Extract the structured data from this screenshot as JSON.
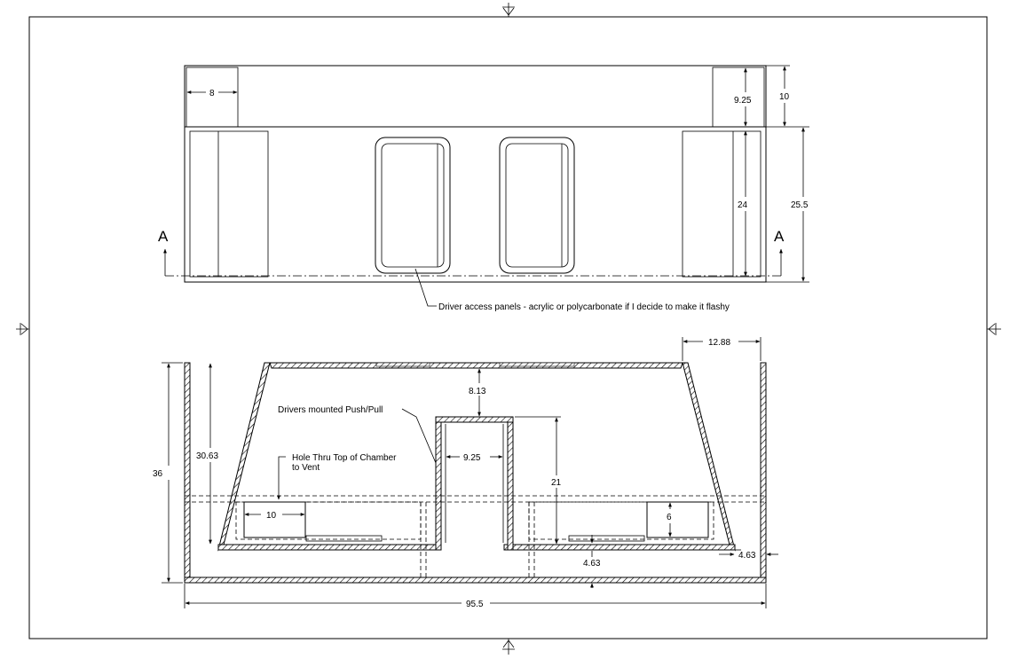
{
  "colors": {
    "line": "#000000",
    "background": "#ffffff"
  },
  "front_view": {
    "section_marker_left": "A",
    "section_marker_right": "A",
    "dim_port_width": "8",
    "dim_top_inner": "9.25",
    "dim_top_outer": "10",
    "dim_lower_inner": "24",
    "dim_lower_outer": "25.5",
    "note_access_panels": "Driver access panels - acrylic or polycarbonate if I decide to make it flashy"
  },
  "section_view": {
    "dim_top_right": "12.88",
    "dim_baffle_gap": "8.13",
    "dim_chamber_width": "9.25",
    "dim_chamber_height": "21",
    "dim_overall_height": "36",
    "dim_inner_height": "30.63",
    "dim_hole_width": "10",
    "dim_hole_height": "6",
    "dim_floor_gap": "4.63",
    "dim_side_offset": "4.63",
    "dim_overall_width": "95.5",
    "note_drivers": "Drivers mounted Push/Pull",
    "note_hole_line1": "Hole Thru Top of Chamber",
    "note_hole_line2": "to Vent"
  }
}
